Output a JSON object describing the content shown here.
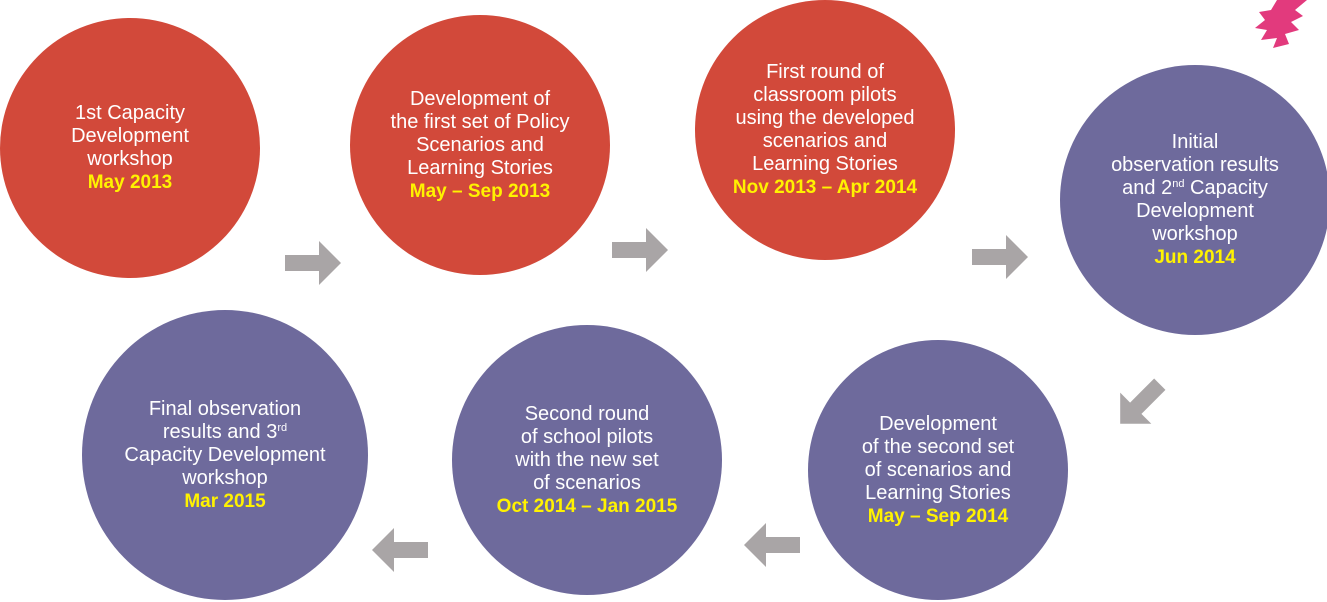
{
  "colors": {
    "red_node": "#d2493a",
    "purple_node": "#6e6a9c",
    "date_text": "#fff200",
    "arrow": "#a9a5a6",
    "deco": "#e23a7d"
  },
  "nodes": [
    {
      "id": "n1",
      "lines": [
        "1st Capacity",
        "Development",
        "workshop"
      ],
      "date": "May 2013",
      "color": "red"
    },
    {
      "id": "n2",
      "lines": [
        "Development of",
        "the first set of Policy",
        "Scenarios and",
        "Learning Stories"
      ],
      "date": "May – Sep 2013",
      "color": "red"
    },
    {
      "id": "n3",
      "lines": [
        "First round of",
        "classroom pilots",
        "using the developed",
        "scenarios and",
        "Learning Stories"
      ],
      "date": "Nov 2013 – Apr 2014",
      "color": "red"
    },
    {
      "id": "n4",
      "lines": [
        "Initial",
        "observation results"
      ],
      "line3_pre": "and 2",
      "line3_sup": "nd",
      "line3_post": " Capacity",
      "lines_after": [
        "Development",
        "workshop"
      ],
      "date": "Jun 2014",
      "color": "purple"
    },
    {
      "id": "n5",
      "lines": [
        "Development",
        "of the second set",
        "of scenarios and",
        "Learning Stories"
      ],
      "date": "May – Sep 2014",
      "color": "purple"
    },
    {
      "id": "n6",
      "lines": [
        "Second round",
        "of school pilots",
        "with the new set",
        "of scenarios"
      ],
      "date": "Oct 2014 – Jan 2015",
      "color": "purple"
    },
    {
      "id": "n7",
      "lines": [
        "Final observation"
      ],
      "line2_pre": "results and 3",
      "line2_sup": "rd",
      "lines_after": [
        "Capacity Development",
        "workshop"
      ],
      "date": "Mar 2015",
      "color": "purple"
    }
  ]
}
